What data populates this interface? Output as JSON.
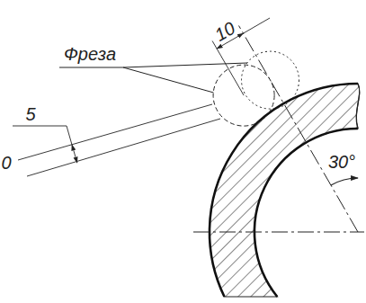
{
  "diagram": {
    "labels": [
      "Фреза",
      "10",
      "5",
      "0",
      "30°"
    ]
  }
}
